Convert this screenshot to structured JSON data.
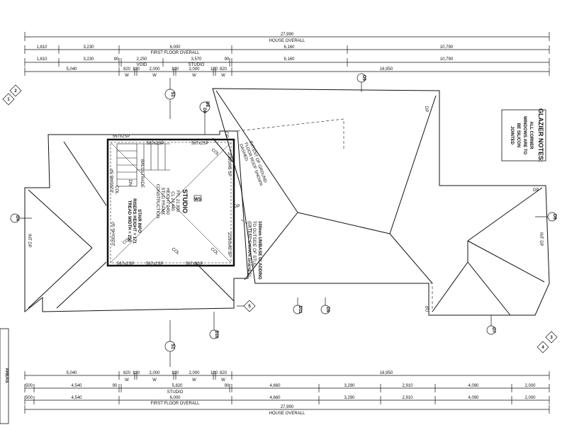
{
  "top_dims": {
    "overall": "27,990",
    "overall_label": "HOUSE OVERALL",
    "row1": [
      "1,810",
      "3,230",
      "6,000",
      "6,160",
      "10,790"
    ],
    "row1_label": "FIRST FLOOR OVERALL",
    "row2": [
      "1,810",
      "3,230",
      "90",
      "2,250",
      "3,570",
      "90",
      "6,160",
      "10,790"
    ],
    "row2_labels": [
      "VOID",
      "STUDIO"
    ],
    "row3": [
      "5,040",
      "820",
      "120",
      "2,000",
      "120",
      "2,000",
      "120",
      "820",
      "16,950"
    ],
    "row3_window_marks": [
      "W",
      "W",
      "W",
      "W"
    ]
  },
  "bottom_dims": {
    "row1": [
      "5,040",
      "820",
      "120",
      "2,000",
      "120",
      "2,000",
      "120",
      "820",
      "16,950"
    ],
    "row1_window_marks": [
      "W",
      "W",
      "W",
      "W"
    ],
    "row2": [
      "500",
      "4,540",
      "90",
      "5,820",
      "90",
      "4,660",
      "3,290",
      "2,910",
      "4,090",
      "2,000"
    ],
    "row2_label": "STUDIO",
    "row3": [
      "500",
      "4,540",
      "6,000",
      "4,660",
      "3,290",
      "2,910",
      "4,090",
      "2,000"
    ],
    "row3_label": "FIRST FLOOR OVERALL",
    "overall": "27,990",
    "overall_label": "HOUSE OVERALL"
  },
  "section_markers": {
    "left_top": [
      "2",
      "1"
    ],
    "right_bottom": [
      "3",
      "4"
    ],
    "s1_top": "S1",
    "s1_bottom": "S1",
    "five_right": "5"
  },
  "downpipes": [
    "D5",
    "D8",
    "D8",
    "D4",
    "D6",
    "D9",
    "D11",
    "D10",
    "D7"
  ],
  "dp_labels": [
    "DP",
    "DP",
    "DP",
    "DP",
    "DP"
  ],
  "int_dp": [
    "INT DP",
    "INT DP"
  ],
  "studio": {
    "title": "STUDIO",
    "lines": [
      "FFL 21.990",
      "CL 24.440",
      "HEIGHT 2450",
      "STUD FRAME",
      "CONSTRUCTION"
    ],
    "stair": [
      "STAIR INFO",
      "RISERS HEIGHT = 171",
      "TREAD WIDTH = 250"
    ],
    "balustrade": "BALUSTRADE",
    "dn": "DN",
    "window_tag": "WS",
    "col": "COL",
    "beam_labels": [
      "567x2SP",
      "567x2SP",
      "567x2SP",
      "567x2SP",
      "567x2SP",
      "567x2SP"
    ],
    "beam_labels_vertical": [
      "2/290x45 SP",
      "2/290x45 SP",
      "2/290x45 SP",
      "2/290x45 SP"
    ]
  },
  "notes": {
    "ground_floor": [
      "EXTENT OF GROUND",
      "FLOOR ROOF SHOWN",
      "DASHED"
    ],
    "cladding": [
      "100mm UNIBASE CLADDING",
      "TO OUTSIDE OF STUD",
      "(EXTENT SHOWN DASHED)"
    ],
    "glazier_title": "GLAZIER NOTES:",
    "glazier_lines": [
      "ALL CORNER",
      "WINDOWS ARE TO",
      "BE SILICON",
      "JOINTED"
    ]
  },
  "areas_label": "AREAS"
}
